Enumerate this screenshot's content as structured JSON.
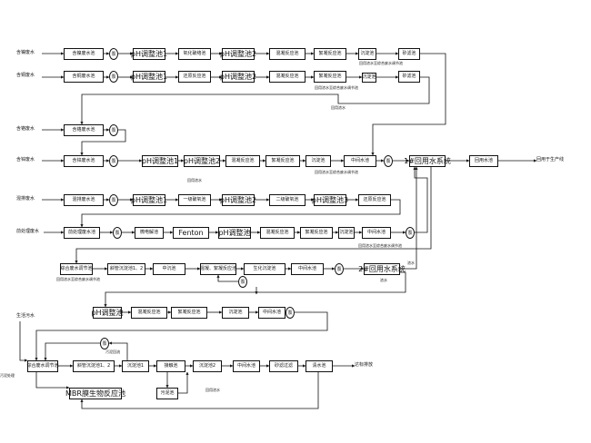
{
  "nodes": {
    "src1": "含镍废水",
    "src2": "含铜废水",
    "src3": "含铬废水",
    "src4": "含锌废水",
    "src5": "混排废水",
    "src6": "前处理废水",
    "src7": "生活污水",
    "r1b1": "含镍废水池",
    "r1c": "泵",
    "r1b2": "pH调整池1",
    "r1b3": "氧化破络池",
    "r1b4": "pH调整池2",
    "r1b5": "混凝反应池",
    "r1b6": "絮凝反应池",
    "r1b7": "沉淀池",
    "r1b8": "砂滤池",
    "r2b1": "含铜废水池",
    "r2c": "泵",
    "r2b2": "pH调整池1",
    "r2b3": "还原反应池",
    "r2b4": "pH调整池2",
    "r2b5": "混凝反应池",
    "r2b6": "絮凝反应池",
    "r2b7": "沉淀池",
    "r2b8": "砂滤池",
    "r3b1": "含铬废水池",
    "r3c": "泵",
    "r4b1": "含锌废水池",
    "r4c": "泵",
    "r4b2": "pH调整池1",
    "r4b3": "pH调整池2",
    "r4b4": "混凝反应池",
    "r4b5": "絮凝反应池",
    "r4b6": "沉淀池",
    "r4b7": "中间水池",
    "r4c2": "泵",
    "r4b8": "1#回用水系统",
    "r4b9": "回用水池",
    "out1": "回用于生产线",
    "r5b1": "混排废水池",
    "r5c": "泵",
    "r5b2": "pH调整池1",
    "r5b3": "一级破氧池",
    "r5b4": "pH调整池2",
    "r5b5": "二级破氧池",
    "r5b6": "pH调整池3",
    "r5b7": "还原反应池",
    "r6b1": "前处理废水池",
    "r6c": "泵",
    "r6b2": "微电解池",
    "r6b3": "Fenton",
    "r6b4": "pH调整池",
    "r6b5": "混凝反应池",
    "r6b6": "絮凝反应池",
    "r6b7": "沉淀池",
    "r6b8": "中间水池",
    "r6c2": "泵",
    "r7b1": "综合废水调节池",
    "r7b2": "斜管沉淀池1、2",
    "r7b3": "中沉池",
    "r7b4": "混凝、絮凝反应池",
    "r7b5": "生化沉淀池",
    "r7b6": "中间水池",
    "r7c": "泵",
    "r7b7": "2#回用水系统",
    "r7c2": "泵",
    "r8b1": "pH调整池",
    "r8b2": "混凝反应池",
    "r8b3": "絮凝反应池",
    "r8b4": "沉淀池",
    "r8b5": "中间水池",
    "r8c": "泵",
    "r9b1": "综合废水调节池",
    "r9c": "泵",
    "r9b2": "斜管沉淀池1、2",
    "r9b3": "沉淀池1",
    "r9b4": "接触池",
    "r9b5": "沉淀池2",
    "r9b6": "中间水池",
    "r9b7": "砂滤过滤",
    "r9b8": "清水池",
    "out2": "达标排放",
    "r9b9": "MBR膜生物反应池",
    "r9b10": "污泥池"
  },
  "notes": {
    "n1": "回用浓水至综合废水调节池",
    "n2": "回用浓水至综合废水调节池",
    "n3": "回用浓水",
    "n4": "回用浓水至综合废水调节池",
    "n5": "回用浓水至综合废水调节池",
    "n6": "回用浓水至综合废水调节池",
    "n7": "浓水",
    "n8": "浓水",
    "n9": "回用浓水",
    "n10": "污泥处理",
    "n11": "污泥回流",
    "n12": "回用浓水"
  }
}
